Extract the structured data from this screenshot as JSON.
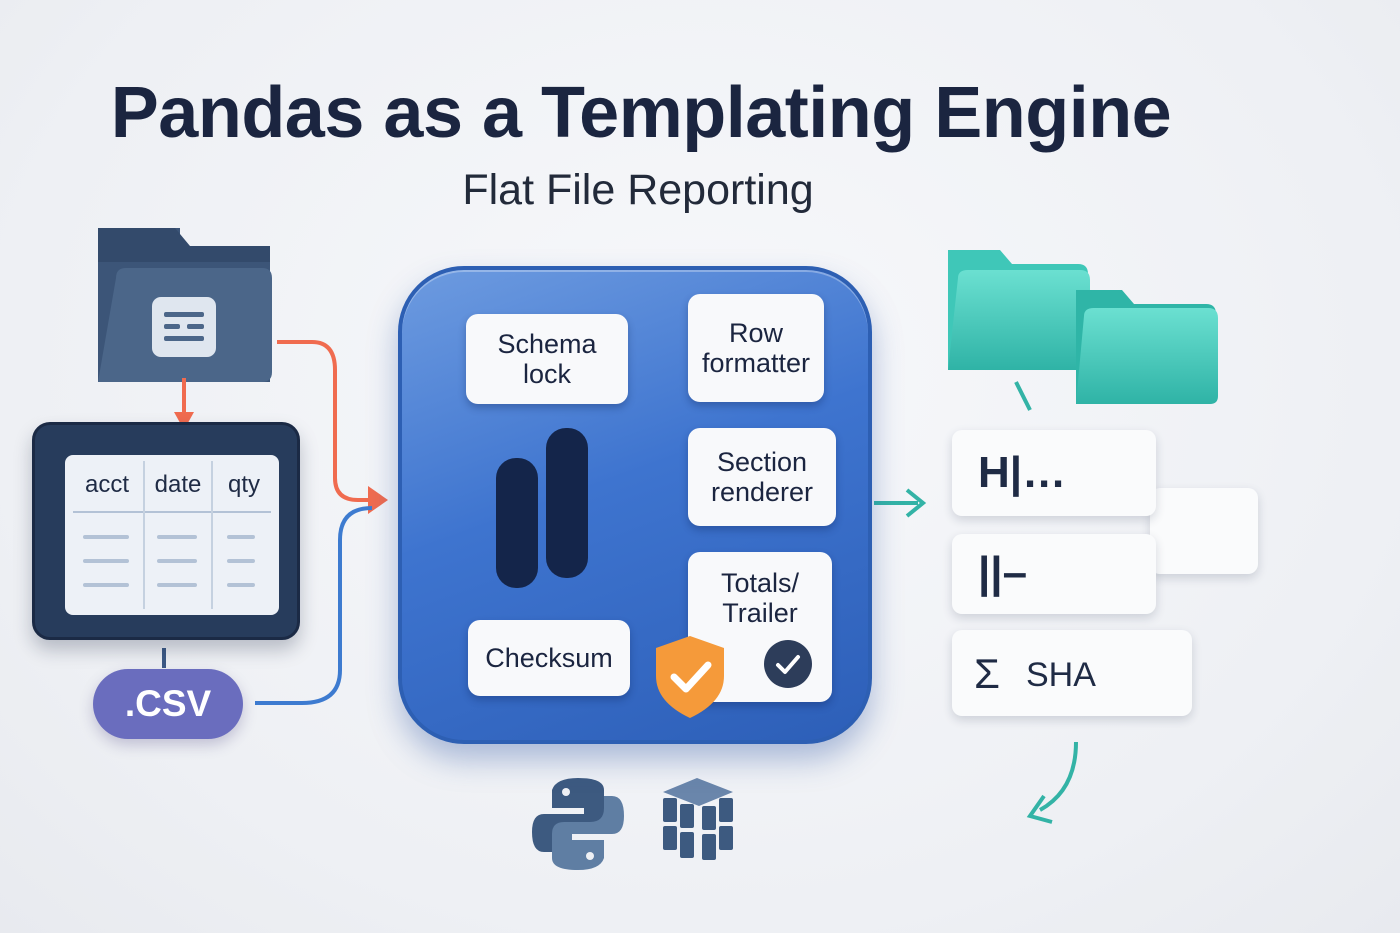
{
  "title": "Pandas as a Templating Engine",
  "subtitle": "Flat File Reporting",
  "colors": {
    "navy": "#273c5c",
    "engine_blue": "#3e74cf",
    "csv_purple": "#6a6dbe",
    "arrow_orange": "#f06b4f",
    "arrow_blue": "#3d7bd0",
    "teal": "#3bc2b5",
    "shield_orange": "#f59a3a"
  },
  "input": {
    "table_columns": [
      "acct",
      "date",
      "qty"
    ],
    "file_badge": ".CSV"
  },
  "engine": {
    "schema_lock": "Schema lock",
    "row_formatter": "Row formatter",
    "section_renderer": "Section renderer",
    "totals_trailer": "Totals/ Trailer",
    "checksum": "Checksum"
  },
  "output": {
    "header_line": "H|…",
    "detail_line": "||–",
    "trailer_symbol": "Σ",
    "trailer_label": "SHA"
  },
  "icons": [
    "folder-icon",
    "python-icon",
    "cube-icon",
    "shield-check-icon",
    "check-circle-icon",
    "teal-folder-icon"
  ]
}
